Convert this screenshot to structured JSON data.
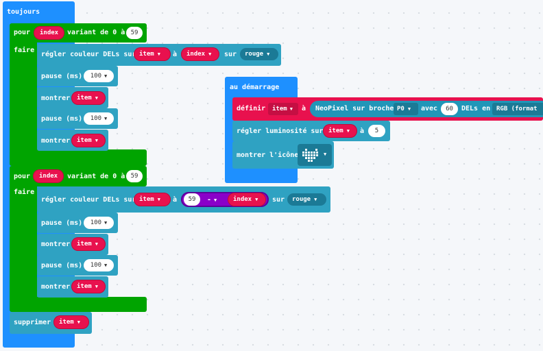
{
  "forever": {
    "label": "toujours"
  },
  "loop1": {
    "for_label": "pour",
    "var": "index",
    "range_label": "variant de 0 à",
    "max": "59",
    "do_label": "faire",
    "set_color": {
      "label": "régler couleur DELs sur",
      "item": "item",
      "at": "à",
      "index": "index",
      "on": "sur",
      "color": "rouge"
    },
    "pause1": {
      "label": "pause (ms)",
      "value": "100"
    },
    "show1": {
      "label": "montrer",
      "item": "item"
    },
    "pause2": {
      "label": "pause (ms)",
      "value": "100"
    },
    "show2": {
      "label": "montrer",
      "item": "item"
    }
  },
  "loop2": {
    "for_label": "pour",
    "var": "index",
    "range_label": "variant de 0 à",
    "max": "59",
    "do_label": "faire",
    "set_color": {
      "label": "régler couleur DELs sur",
      "item": "item",
      "at": "à",
      "num": "59",
      "op": "-",
      "index": "index",
      "on": "sur",
      "color": "rouge"
    },
    "pause1": {
      "label": "pause (ms)",
      "value": "100"
    },
    "show1": {
      "label": "montrer",
      "item": "item"
    },
    "pause2": {
      "label": "pause (ms)",
      "value": "100"
    },
    "show2": {
      "label": "montrer",
      "item": "item"
    }
  },
  "clear": {
    "label": "supprimer",
    "item": "item"
  },
  "on_start": {
    "label": "au démarrage",
    "define": {
      "label": "définir",
      "item": "item",
      "to": "à",
      "neopixel": "NeoPixel sur broche",
      "pin": "P0",
      "with": "avec",
      "count": "60",
      "leds": "DELs en",
      "format": "RGB (format"
    },
    "brightness": {
      "label": "régler luminosité sur",
      "item": "item",
      "to": "à",
      "value": "5"
    },
    "icon": {
      "label": "montrer l'icône",
      "icon_name": "heart-icon"
    }
  },
  "colors": {
    "loops": "#00a400",
    "control": "#1e90ff",
    "neopixel": "#2fa2c2",
    "variables": "#e8114e",
    "math": "#8a00c9"
  }
}
